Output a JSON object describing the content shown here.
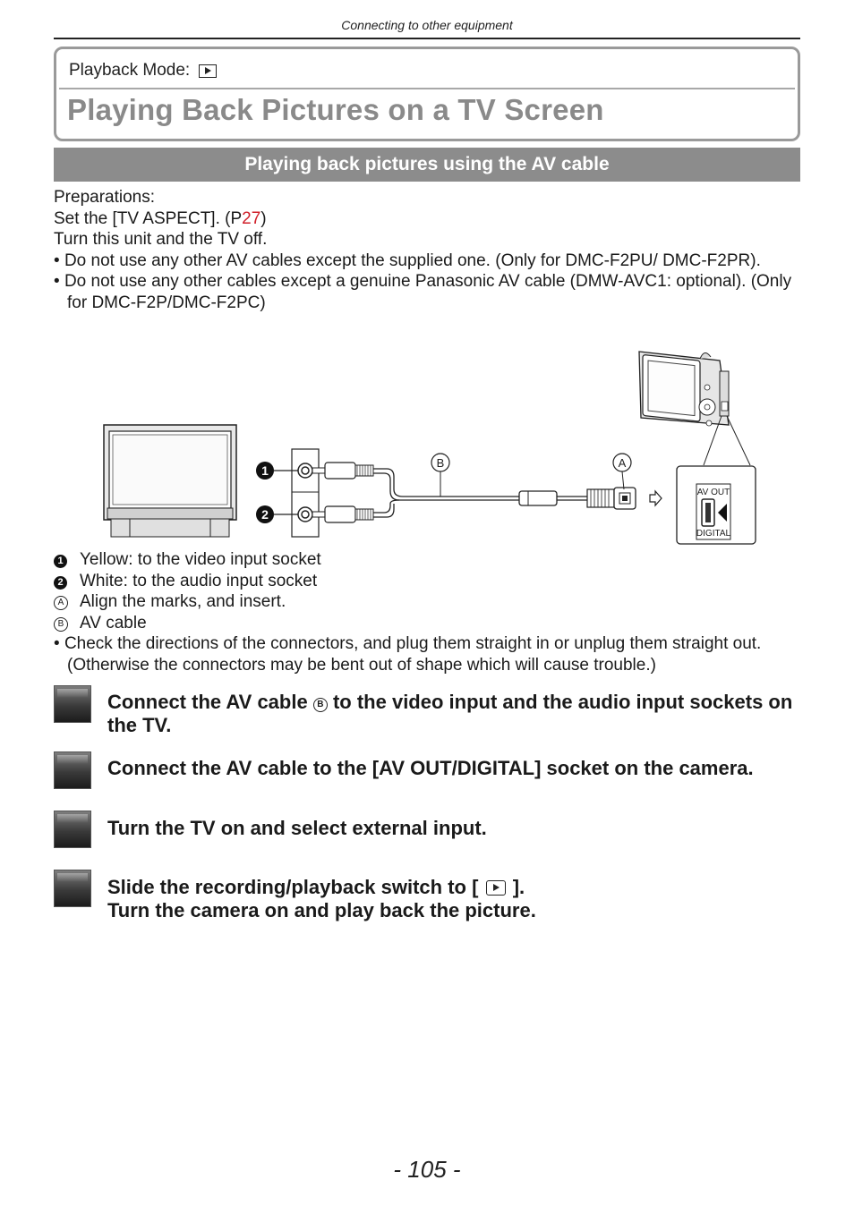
{
  "header": {
    "section": "Connecting to other equipment"
  },
  "title_box": {
    "mode_label": "Playback Mode:",
    "mode_icon": "playback-icon",
    "title": "Playing Back Pictures on a TV Screen"
  },
  "section_heading": "Playing back pictures using the AV cable",
  "preparations": {
    "label": "Preparations:",
    "line1_prefix": "Set the [TV ASPECT]. (P",
    "line1_page": "27",
    "line1_suffix": ")",
    "line2": "Turn this unit and the TV off.",
    "bullets": [
      "Do not use any other AV cables except the supplied one. (Only for DMC-F2PU/ DMC-F2PR).",
      "Do not use any other cables except a genuine Panasonic AV cable (DMW-AVC1: optional). (Only for DMC-F2P/DMC-F2PC)"
    ]
  },
  "diagram": {
    "marker_1": "1",
    "marker_2": "2",
    "marker_a": "A",
    "marker_b": "B",
    "socket_label_top": "AV OUT",
    "socket_label_bottom": "DIGITAL"
  },
  "legend": {
    "items": [
      {
        "mark": "1",
        "text": "Yellow: to the video input socket"
      },
      {
        "mark": "2",
        "text": "White: to the audio input socket"
      },
      {
        "mark": "A",
        "text": "Align the marks, and insert."
      },
      {
        "mark": "B",
        "text": "AV cable"
      }
    ],
    "note": "Check the directions of the connectors, and plug them straight in or unplug them straight out. (Otherwise the connectors may be bent out of shape which will cause trouble.)"
  },
  "steps": [
    {
      "text_before": "Connect the AV cable",
      "mark": "B",
      "text_after": "to the video input and the audio input sockets on the TV."
    },
    {
      "text": "Connect the AV cable to the [AV OUT/DIGITAL] socket on the camera."
    },
    {
      "text": "Turn the TV on and select external input."
    },
    {
      "line1_before": "Slide the recording/playback switch to [",
      "line1_after": "].",
      "line2": "Turn the camera on and play back the picture."
    }
  ],
  "page_number": "- 105 -"
}
